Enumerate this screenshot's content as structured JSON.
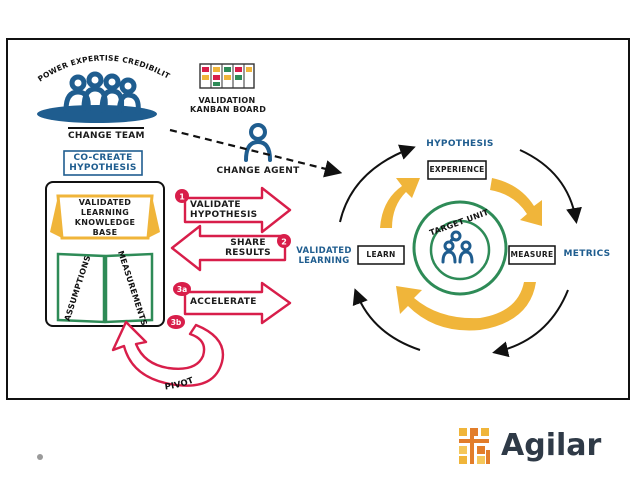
{
  "banner_text": "POWER EXPERTISE CREDIBILITY LEADERSHIP",
  "change_team": "CHANGE TEAM",
  "validation_board": [
    "VALIDATION",
    "KANBAN BOARD"
  ],
  "change_agent": "CHANGE AGENT",
  "co_create": [
    "CO-CREATE",
    "HYPOTHESIS"
  ],
  "knowledge_base": [
    "VALIDATED",
    "LEARNING",
    "KNOWLEDGE",
    "BASE"
  ],
  "assumptions": "ASSUMPTIONS",
  "measurements": "MEASUREMENTS",
  "steps": [
    {
      "badge": "1",
      "label": [
        "VALIDATE",
        "HYPOTHESIS"
      ]
    },
    {
      "badge": "2",
      "label": [
        "SHARE",
        "RESULTS"
      ]
    },
    {
      "badge": "3a",
      "label": [
        "ACCELERATE"
      ]
    },
    {
      "badge": "3b",
      "label": [
        "PIVOT"
      ]
    }
  ],
  "cycle": {
    "hypothesis": "HYPOTHESIS",
    "experience": "EXPERIENCE",
    "measure": "MEASURE",
    "metrics": "METRICS",
    "learn": "LEARN",
    "validated_learning": [
      "VALIDATED",
      "LEARNING"
    ],
    "target_unit": "TARGET UNIT"
  },
  "brand": {
    "name": "Agilar"
  },
  "colors": {
    "accent_red": "#d81e4a",
    "accent_blue": "#1f5d8f",
    "accent_yellow": "#f0b53a",
    "accent_green": "#2e8b57"
  }
}
